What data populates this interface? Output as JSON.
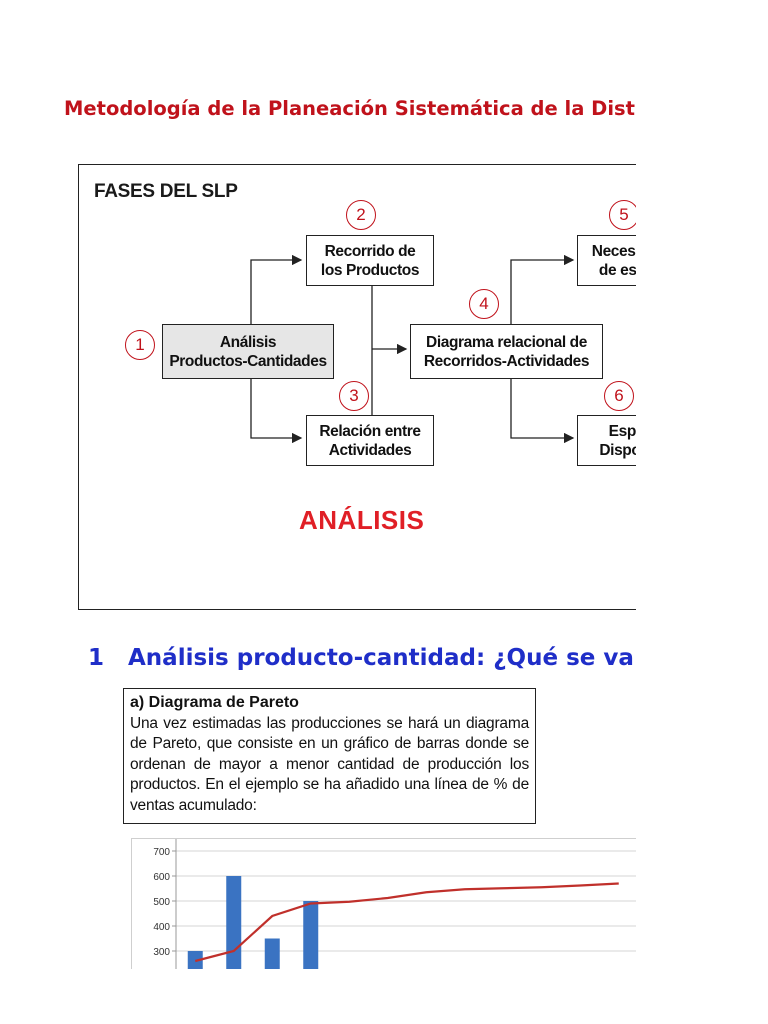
{
  "doc": {
    "title": "Metodología de la Planeación Sistemática de la Distribución",
    "section_number": "1",
    "section_title": "Análisis producto-cantidad: ¿Qué se va a producir y en qué cantidad?"
  },
  "figure": {
    "title": "FASES DEL SLP",
    "footer": "ANÁLISIS",
    "boxes": [
      {
        "id": "b1",
        "label": "Análisis\nProductos-Cantidades",
        "step": "1"
      },
      {
        "id": "b2",
        "label": "Recorrido de\nlos Productos",
        "step": "2"
      },
      {
        "id": "b3",
        "label": "Relación entre\nActividades",
        "step": "3"
      },
      {
        "id": "b4",
        "label": "Diagrama relacional de\nRecorridos-Actividades",
        "step": "4"
      },
      {
        "id": "b5",
        "label": "Necesidades\nde espacio",
        "step": "5"
      },
      {
        "id": "b6",
        "label": "Espacio\nDisponible",
        "step": "6"
      }
    ]
  },
  "textbox": {
    "heading": "a) Diagrama de Pareto",
    "body": "Una vez estimadas las producciones se hará un diagrama de Pareto, que consiste en un gráfico de barras donde se ordenan de mayor a menor cantidad de producción los productos. En el ejemplo se ha añadido una línea de % de ventas acumulado:"
  },
  "chart_data": {
    "type": "bar",
    "y_ticks": [
      "300",
      "400",
      "500",
      "600",
      "700"
    ],
    "ylim": [
      280,
      720
    ],
    "bars": [
      300,
      600,
      350,
      500
    ],
    "bar_color": "#3a73c2",
    "line_color": "#c0302b",
    "line": [
      {
        "x": 0.5,
        "y": 260
      },
      {
        "x": 1.5,
        "y": 300
      },
      {
        "x": 2.5,
        "y": 440
      },
      {
        "x": 3.5,
        "y": 490
      },
      {
        "x": 4.5,
        "y": 497
      },
      {
        "x": 5.5,
        "y": 512
      },
      {
        "x": 6.5,
        "y": 535
      },
      {
        "x": 7.5,
        "y": 547
      },
      {
        "x": 8.5,
        "y": 551
      },
      {
        "x": 9.5,
        "y": 555
      },
      {
        "x": 10.5,
        "y": 562
      },
      {
        "x": 11.5,
        "y": 570
      }
    ]
  }
}
